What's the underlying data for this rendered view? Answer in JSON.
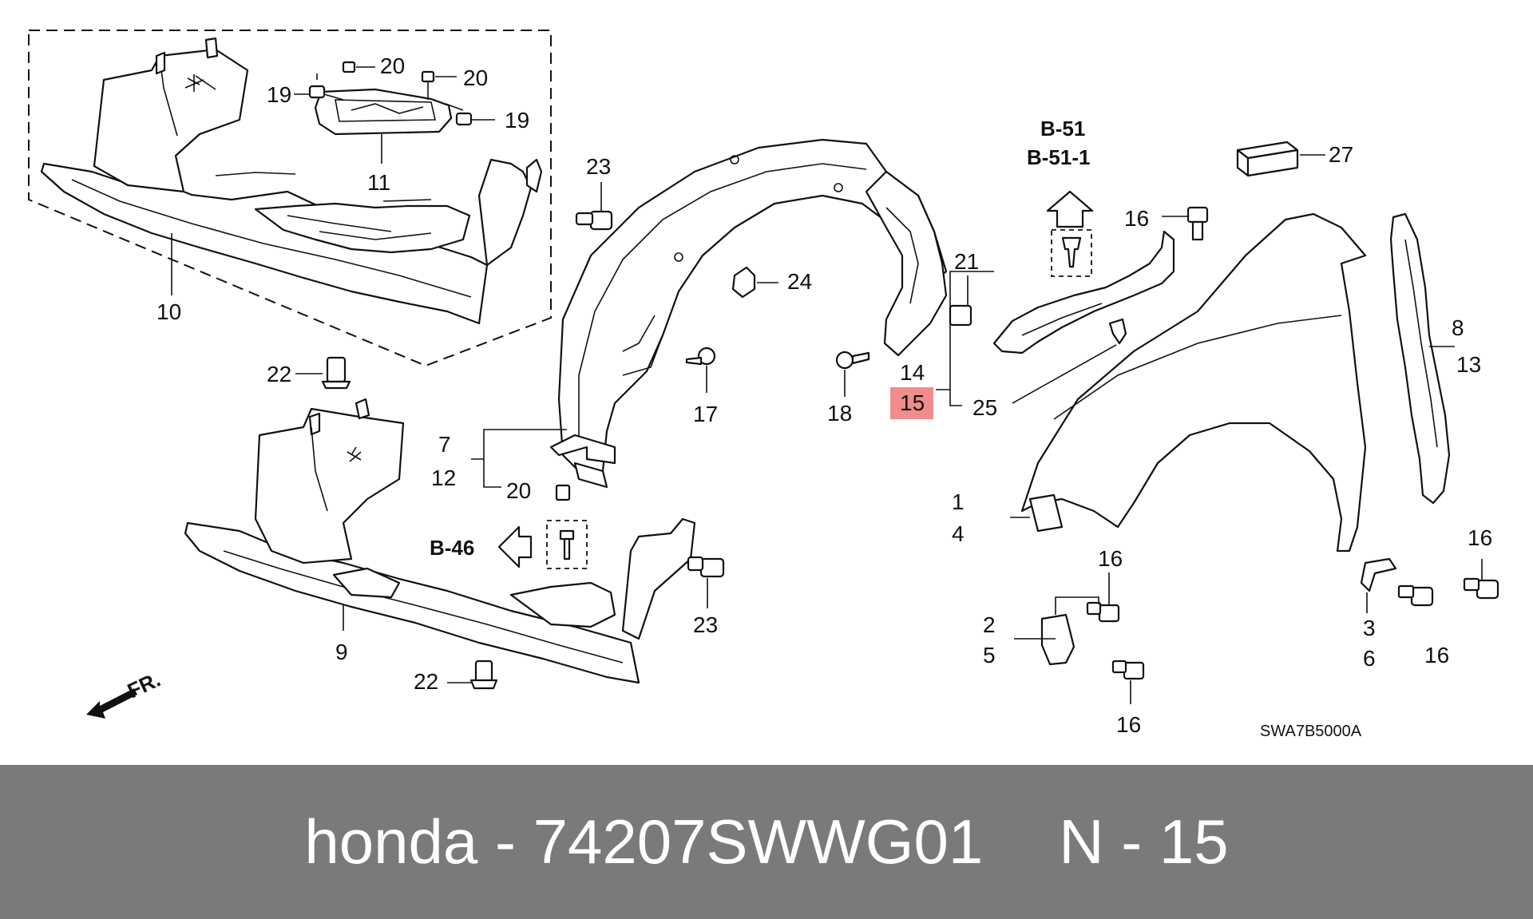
{
  "labels": {
    "n1": "1",
    "n2": "2",
    "n3": "3",
    "n4": "4",
    "n5": "5",
    "n6": "6",
    "n7": "7",
    "n8": "8",
    "n9": "9",
    "n10": "10",
    "n11": "11",
    "n12": "12",
    "n13": "13",
    "n14": "14",
    "n15": "15",
    "n16": "16",
    "n17": "17",
    "n18": "18",
    "n19": "19",
    "n20": "20",
    "n21": "21",
    "n22": "22",
    "n23": "23",
    "n24": "24",
    "n25": "25",
    "n27": "27"
  },
  "refs": {
    "b51": "B-51",
    "b511": "B-51-1",
    "b46": "B-46",
    "fr": "FR."
  },
  "diagram_code": "SWA7B5000A",
  "footer": {
    "brand": "honda",
    "dash": "-",
    "part_number": "74207SWWG01",
    "position": "N - 15"
  },
  "colors": {
    "highlight": "#f08c8c",
    "footer_bg": "#7a7a7a"
  }
}
